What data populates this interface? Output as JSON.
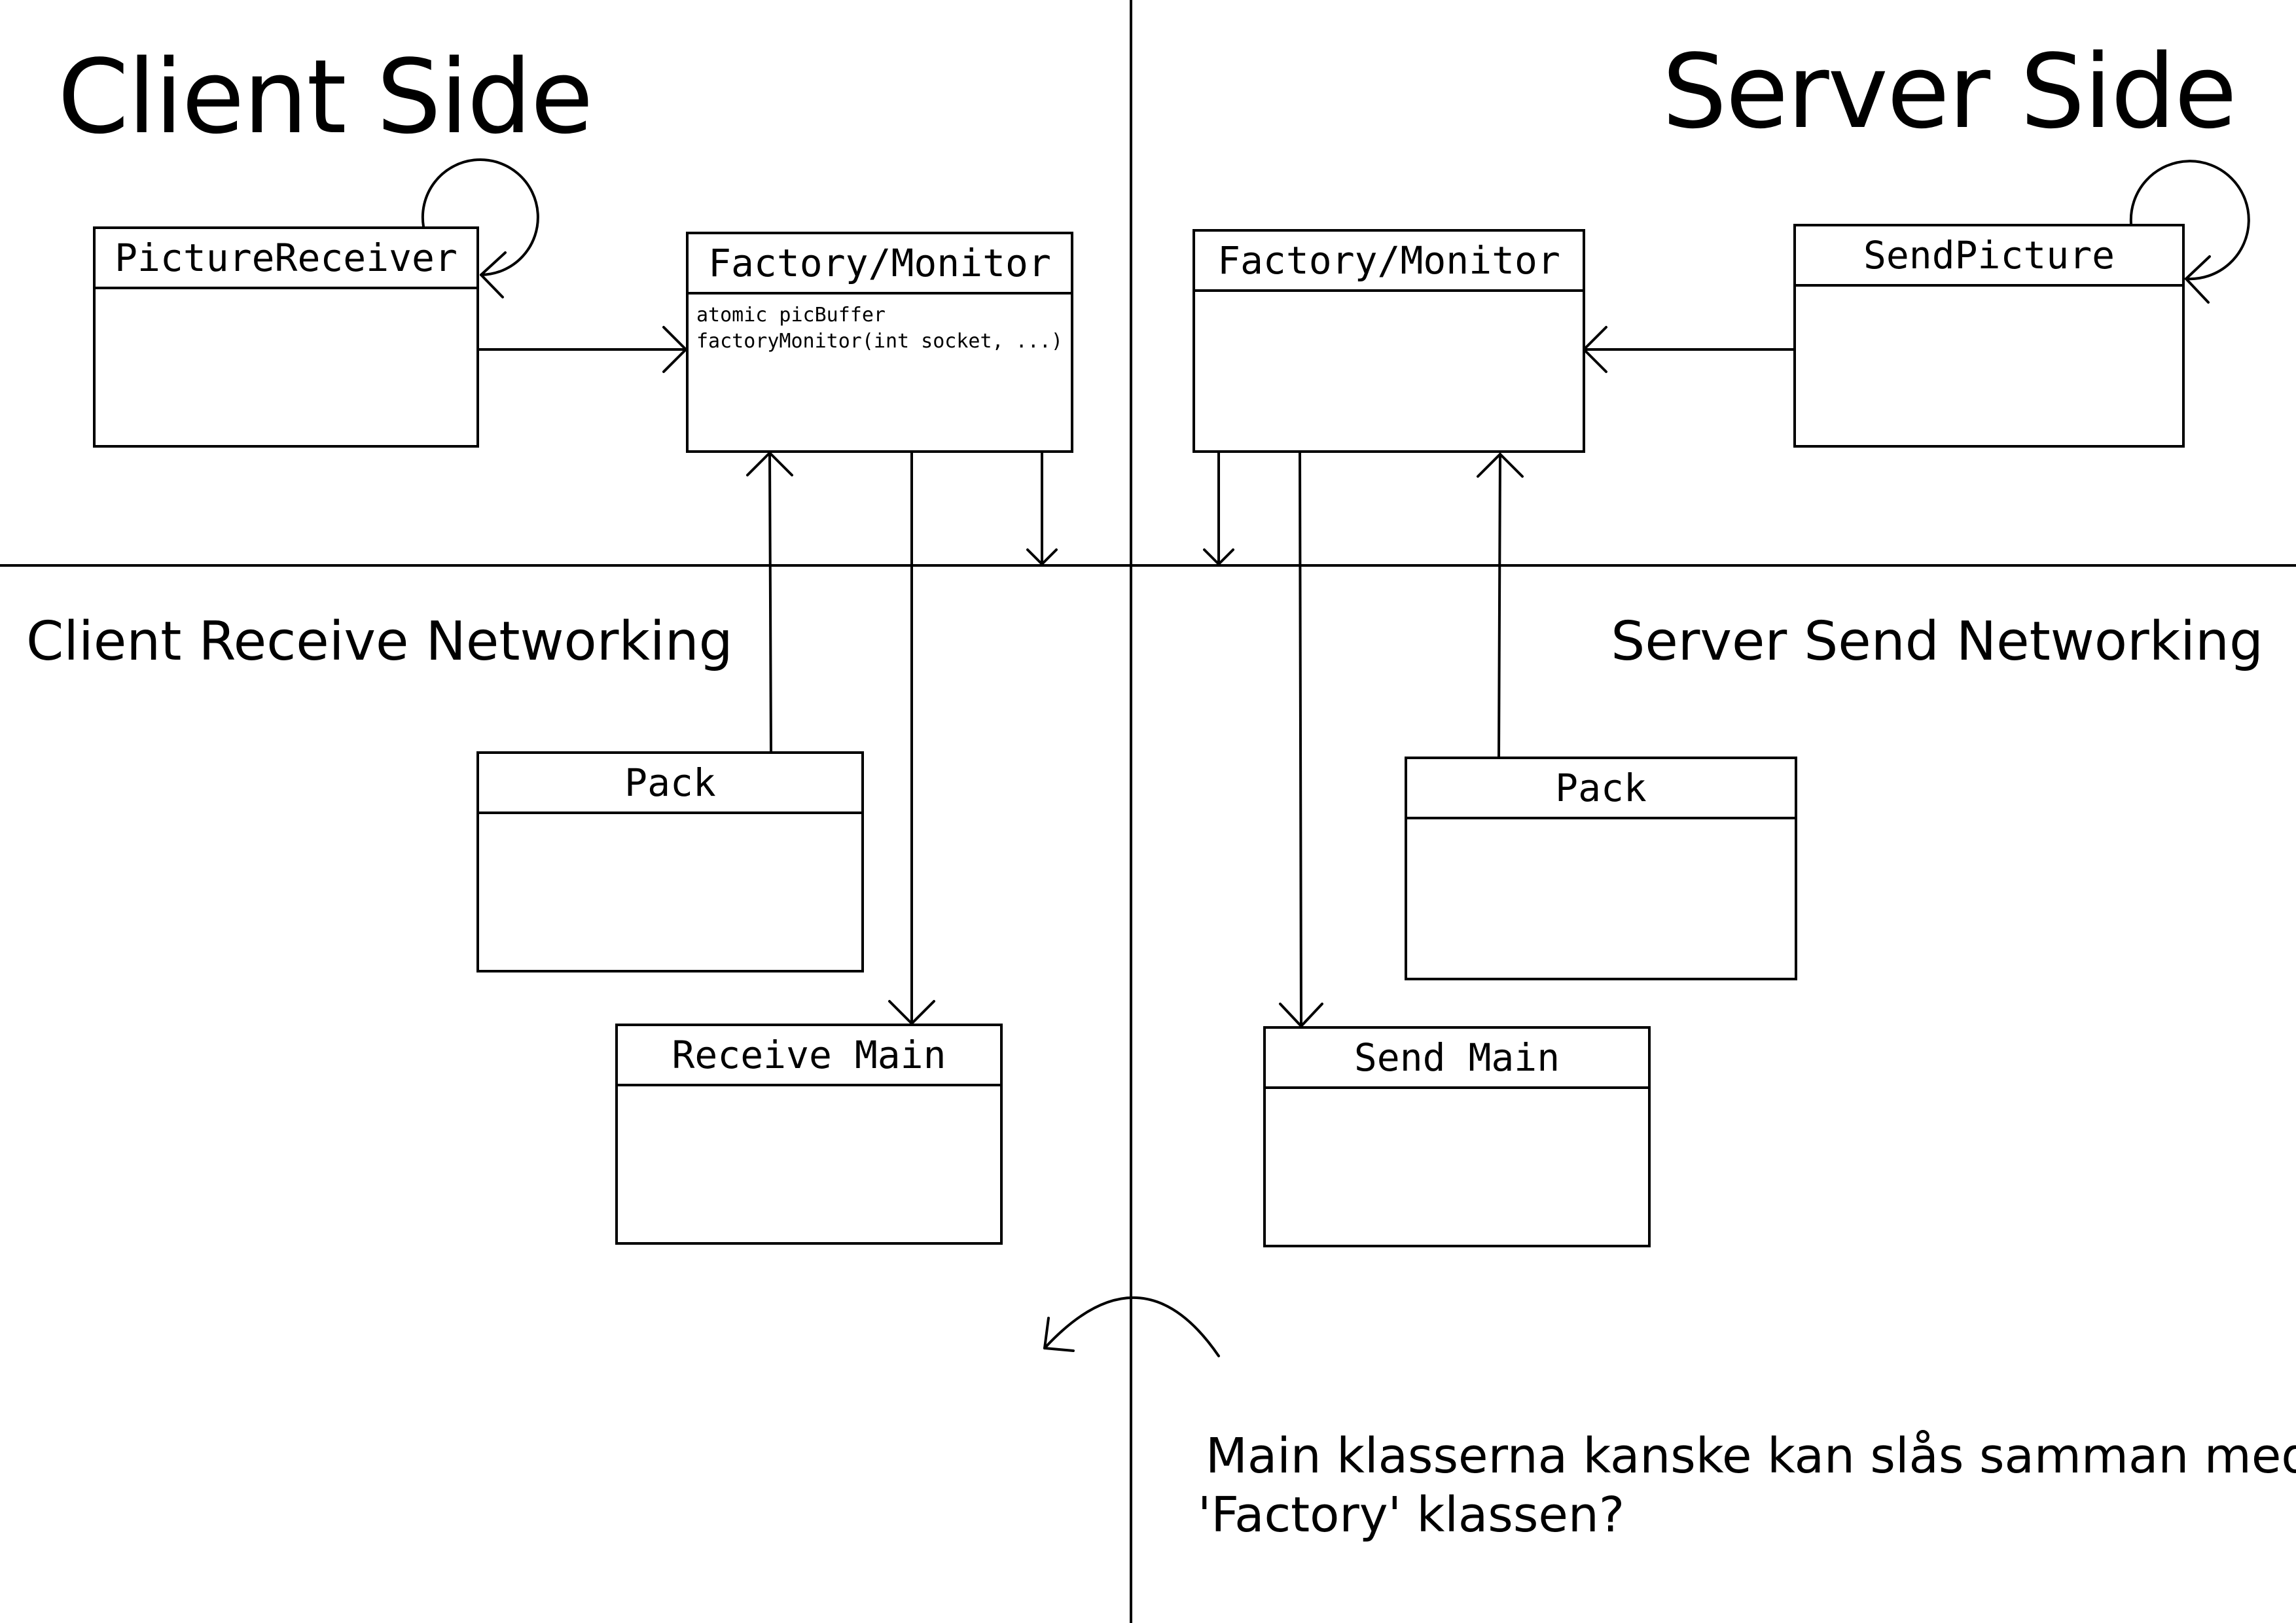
{
  "quadrants": {
    "client_side": "Client Side",
    "server_side": "Server Side",
    "client_receive_networking": "Client Receive Networking",
    "server_send_networking": "Server Send Networking"
  },
  "classes": {
    "picture_receiver": {
      "name": "PictureReceiver",
      "members": []
    },
    "client_factory_monitor": {
      "name": "Factory/Monitor",
      "members": [
        "atomic picBuffer",
        "factoryMonitor(int socket, ...)"
      ]
    },
    "server_factory_monitor": {
      "name": "Factory/Monitor",
      "members": []
    },
    "send_picture": {
      "name": "SendPicture",
      "members": []
    },
    "client_pack": {
      "name": "Pack",
      "members": []
    },
    "receive_main": {
      "name": "Receive Main",
      "members": []
    },
    "server_pack": {
      "name": "Pack",
      "members": []
    },
    "send_main": {
      "name": "Send Main",
      "members": []
    }
  },
  "note": {
    "line1": "Main klasserna kanske kan slås samman med",
    "line2": "'Factory' klassen?"
  },
  "colors": {
    "stroke": "#000000",
    "background": "#ffffff"
  }
}
